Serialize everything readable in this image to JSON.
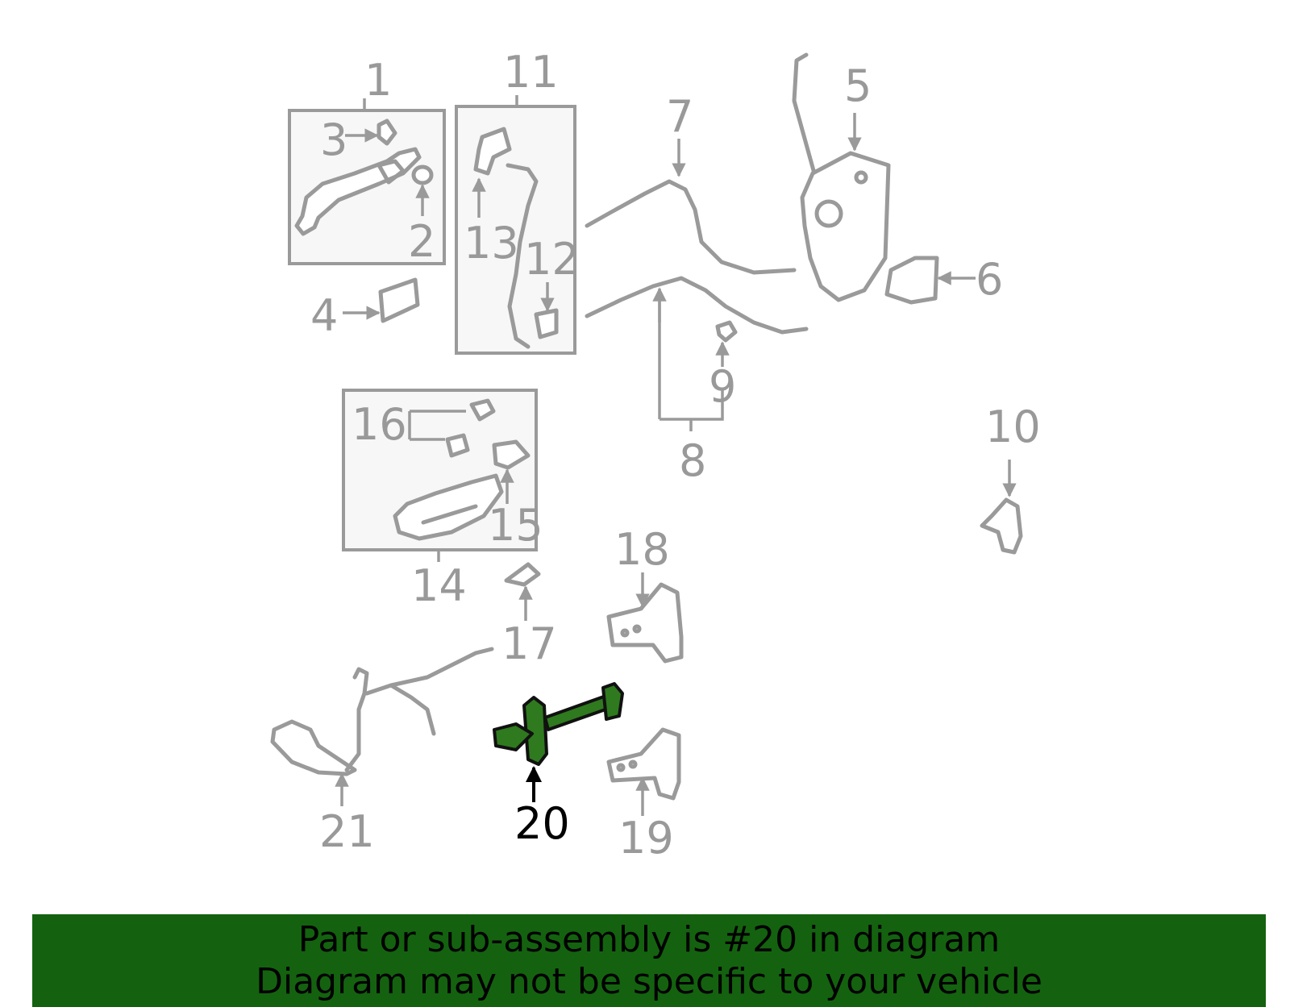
{
  "callouts": {
    "c1": "1",
    "c2": "2",
    "c3": "3",
    "c4": "4",
    "c5": "5",
    "c6": "6",
    "c7": "7",
    "c8": "8",
    "c9": "9",
    "c10": "10",
    "c11": "11",
    "c12": "12",
    "c13": "13",
    "c14": "14",
    "c15": "15",
    "c16": "16",
    "c17": "17",
    "c18": "18",
    "c19": "19",
    "c20": "20",
    "c21": "21"
  },
  "highlighted_part": "20",
  "colors": {
    "highlight": "#2f7a1f",
    "banner": "#14620f",
    "linework": "#9a9a9a"
  },
  "banner": {
    "line1": "Part or sub-assembly is #20 in diagram",
    "line2": "Diagram may not be specific to your vehicle"
  }
}
